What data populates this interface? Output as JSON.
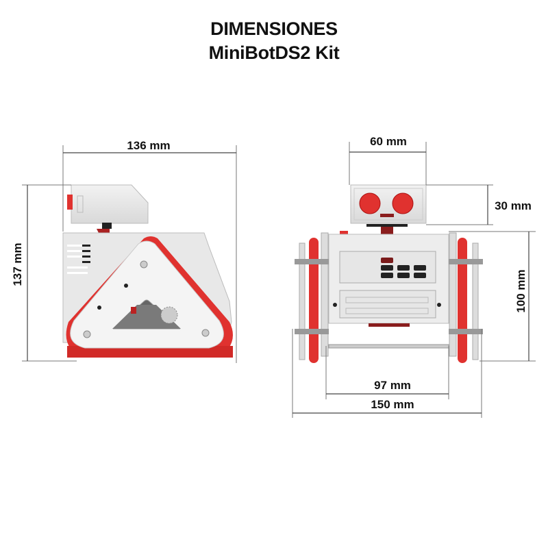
{
  "header": {
    "title_line1": "DIMENSIONES",
    "title_line2": "MiniBotDS2 Kit"
  },
  "side_view": {
    "width_label": "136 mm",
    "height_label": "137 mm"
  },
  "front_view": {
    "sensor_width_label": "60 mm",
    "sensor_height_label": "30 mm",
    "body_height_label": "100 mm",
    "inner_width_label": "97 mm",
    "total_width_label": "150 mm"
  },
  "colors": {
    "accent_red": "#e0322f",
    "body_grey": "#e6e6e6",
    "line": "#777777"
  }
}
